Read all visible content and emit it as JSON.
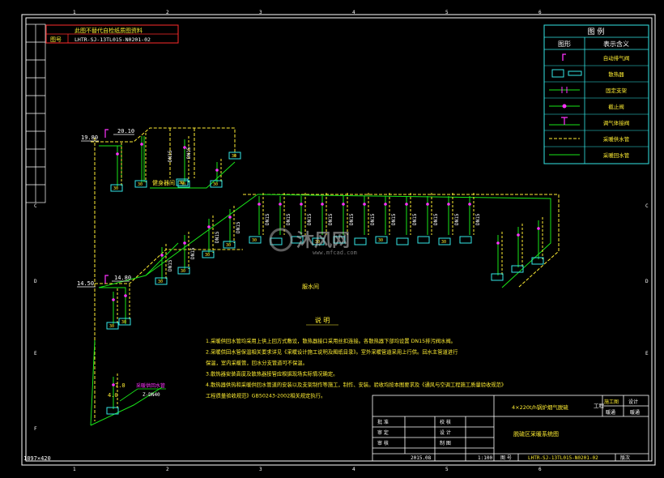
{
  "colors": {
    "background": "#000000",
    "frame": "#ffffff",
    "pipe": "#19e619",
    "supply": "#ffee33",
    "cyan": "#33e6e6",
    "magenta": "#ff33ff",
    "red": "#ff2b2b",
    "text_yellow": "#ffee33"
  },
  "border_ticks": {
    "top": [
      "1",
      "2",
      "3",
      "4",
      "5",
      "6"
    ],
    "bottom": [
      "1",
      "2",
      "3",
      "4",
      "5",
      "6"
    ],
    "left": [
      "C",
      "D",
      "E",
      "F"
    ],
    "right": [
      "C",
      "D",
      "E"
    ]
  },
  "sheet_id": "1897×420",
  "header_box": {
    "line1": "此图不替代自检纸质图资料",
    "label": "图号",
    "code": "LHTR-SJ-13TL015-N0201-02"
  },
  "legend": {
    "title": "图 例",
    "col_symbol": "图形",
    "col_meaning": "表示含义",
    "rows": [
      {
        "icon": "air-vent-icon",
        "meaning": "自动排气阀"
      },
      {
        "icon": "radiator-icon",
        "meaning": "散热器"
      },
      {
        "icon": "fixed-support-icon",
        "meaning": "固定支架"
      },
      {
        "icon": "valve-icon",
        "meaning": "截止阀"
      },
      {
        "icon": "balance-valve-icon",
        "meaning": "调气体接阀"
      },
      {
        "icon": "supply-pipe-icon",
        "meaning": "采暖供水管"
      },
      {
        "icon": "return-pipe-icon",
        "meaning": "采暖回水管"
      }
    ]
  },
  "diagram": {
    "elev_top_left": "19.80",
    "elev_top_right": "20.10",
    "elev_mid_left": "14.50",
    "elev_mid_right": "14.80",
    "room_upper": "健身器间",
    "room_lower": "服水间",
    "dn_label": "DN15",
    "radiator_label": "30",
    "leader_note": "采暖供回水管",
    "leader_code": "Z-DN40",
    "slope_a": "7.0",
    "slope_b": "4.0"
  },
  "notes": {
    "title": "说 明",
    "items": [
      "1.采暖供回水管均采用上供上回方式敷设，散热器接口采用丝扣连接。各散热器下部均设置 DN15排污阀水阀。",
      "2.采暖供回水管保温相关要求详见《采暖设计施工说明及图纸目录》。室外采暖管道采用上行供。回水主管道进行",
      "保温，室内采暖管，回水分支管道可不保温。",
      "3.散热器安装高度及散热器接管应根据现场实际情况确定。",
      "4.散热器供热和采暖供回水管道的安装以及支架制作等施工，制作、安装。验收均按本图要求及《通风与空调工程施工质量验收规范》",
      "工程质量验收规范》GB50243-2002相关规定执行。"
    ]
  },
  "title_block": {
    "project_name": "4×220t/h锅炉烟气脱硫",
    "project_label": "工程",
    "stage_label": "施工图",
    "stage_value": "设计",
    "discipline_label": "暖通",
    "discipline_value": "暖通",
    "drawing_name": "脱硫区采暖系统图",
    "rows": [
      {
        "left": "批 准",
        "right": "校 核"
      },
      {
        "left": "审 定",
        "right": "设 计"
      },
      {
        "left": "审 核",
        "right": "制 图"
      }
    ],
    "date": "2015.08",
    "scale": "1:100",
    "number_label": "图 号",
    "number": "LHTR-SJ-13TL015-N0201-02",
    "status": "版次"
  },
  "watermark": {
    "brand": "沐风网",
    "url": "www.mfcad.com"
  }
}
